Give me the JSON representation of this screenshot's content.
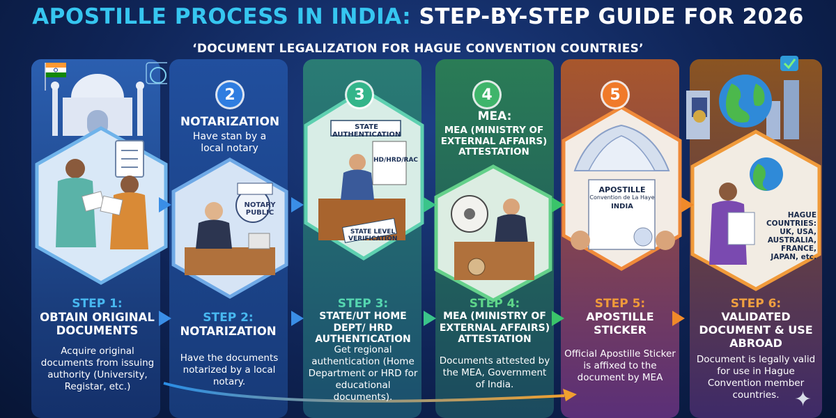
{
  "header": {
    "title_part1": "APOSTILLE PROCESS IN INDIA:",
    "title_part2": "STEP-BY-STEP GUIDE FOR 2026",
    "subtitle": "‘DOCUMENT LEGALIZATION FOR HAGUE CONVENTION COUNTRIES’"
  },
  "colors": {
    "accent": "#36c6f0",
    "step1": "#2f7de0",
    "step2": "#2f7de0",
    "step3": "#33b58a",
    "step4": "#3fb56b",
    "step5": "#f07a2a",
    "step6": "#f08a2a"
  },
  "steps": [
    {
      "step_label": "STEP 1:",
      "name": "OBTAIN ORIGINAL DOCUMENTS",
      "desc": "Acquire original documents from issuing authority (University, Registar, etc.)"
    },
    {
      "badge": "2",
      "top_label": "NOTARIZATION",
      "top_desc": "Have stan by a local notary",
      "sign1": "NOTARY PUBLIC",
      "step_label": "STEP 2:",
      "name": "NOTARIZATION",
      "desc": "Have the documents notarized by a local notary."
    },
    {
      "badge": "3",
      "sign1": "STATE AUTHENTICATION",
      "sign2": "HD/HRD/RAC",
      "sign3": "STATE LEVEL VERIFICATION",
      "step_label": "STEP 3:",
      "name": "STATE/UT HOME DEPT/ HRD AUTHENTICATION",
      "desc": "Get regional authentication (Home Department or HRD for educational documents)."
    },
    {
      "badge": "4",
      "top_label": "MEA:",
      "top_desc": "MEA (MINISTRY OF EXTERNAL AFFAIRS) ATTESTATION",
      "step_label": "STEP 4:",
      "name": "MEA (MINISTRY OF EXTERNAL AFFAIRS) ATTESTATION",
      "desc": "Documents attested by the MEA, Government of India."
    },
    {
      "badge": "5",
      "sign1": "APOSTILLE",
      "sign2": "Convention de La Haye",
      "sign3": "INDIA",
      "step_label": "STEP 5:",
      "name": "APOSTILLE STICKER",
      "desc": "Official Apostille Sticker is affixed to the document by MEA"
    },
    {
      "sign1": "HAGUE COUNTRIES: UK, USA, AUSTRALIA, FRANCE, JAPAN, etc.",
      "step_label": "STEP 6:",
      "name": "VALIDATED DOCUMENT & USE ABROAD",
      "desc": "Document is legally valid for use in Hague Convention member countries."
    }
  ]
}
